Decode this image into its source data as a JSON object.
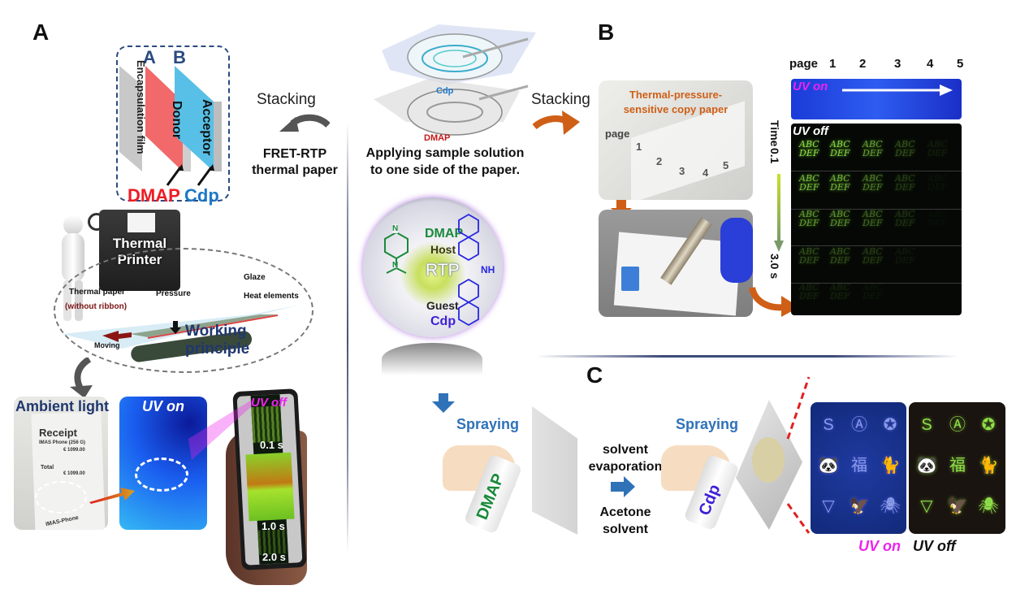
{
  "panels": {
    "A": {
      "letter": "A",
      "layer_labels": {
        "a": "A",
        "b": "B"
      },
      "encapsulation": "Encapsulation film",
      "donor": "Donor",
      "acceptor": "Acceptor",
      "donor_compound": "DMAP",
      "acceptor_compound": "Cdp",
      "stacking": "Stacking",
      "product": [
        "FRET-RTP",
        "thermal paper"
      ],
      "printer": [
        "Thermal",
        "Printer"
      ],
      "principle": {
        "thermal_paper": "Thermal paper",
        "without_ribbon": "(without ribbon)",
        "pressure": "Pressure",
        "glaze": "Glaze",
        "heat_elements": "Heat elements",
        "moving": "Moving",
        "title": [
          "Working",
          "principle"
        ]
      },
      "receipt": {
        "ambient": "Ambient light",
        "uv_on": "UV on",
        "uv_off": "UV off",
        "title": "Receipt",
        "item": "IMAS Phone (256 G)",
        "price": "€ 1099.00",
        "total_label": "Total",
        "total": "€ 1099.00",
        "footer": "IMAS-Phone",
        "times": [
          "0.1 s",
          "1.0 s",
          "2.0 s"
        ]
      }
    },
    "center": {
      "dish_top": "Cdp",
      "dish_bottom": "DMAP",
      "caption": [
        "Applying sample solution",
        "to one side of the paper."
      ],
      "circle": {
        "host_name": "DMAP",
        "host": "Host",
        "rtp": "RTP",
        "guest": "Guest",
        "guest_name": "Cdp",
        "nh": "NH",
        "n_top": "N",
        "n_bottom": "N"
      }
    },
    "B": {
      "letter": "B",
      "stacking": "Stacking",
      "paper_title": [
        "Thermal-pressure-",
        "sensitive copy paper"
      ],
      "page_label": "page",
      "pages": [
        "1",
        "2",
        "3",
        "4",
        "5"
      ],
      "grid_header": "page",
      "uv_on": "UV on",
      "uv_off": "UV off",
      "time_label": "Time",
      "time_start": "0.1",
      "time_end": "3.0 s",
      "cell_text": [
        "ABC",
        "DEF"
      ],
      "brightness": [
        [
          1.0,
          0.95,
          0.7,
          0.35,
          0.1
        ],
        [
          0.85,
          0.8,
          0.55,
          0.25,
          0.05
        ],
        [
          0.7,
          0.65,
          0.45,
          0.2,
          0.03
        ],
        [
          0.35,
          0.35,
          0.25,
          0.08,
          0.0
        ],
        [
          0.12,
          0.12,
          0.06,
          0.0,
          0.0
        ]
      ]
    },
    "C": {
      "letter": "C",
      "spraying_1": "Spraying",
      "can_1": "DMAP",
      "step": [
        "solvent",
        "evaporation"
      ],
      "solvent": [
        "Acetone",
        "solvent"
      ],
      "spraying_2": "Spraying",
      "can_2": "Cdp",
      "uv_on": "UV on",
      "uv_off": "UV off",
      "symbols": [
        "superman-logo",
        "avengers-logo",
        "captain-america-shield",
        "panda",
        "fu-character",
        "cat",
        "arc-reactor",
        "shield-eagle",
        "spider"
      ],
      "symbol_glyphs": [
        "S",
        "Ⓐ",
        "✪",
        "🐼",
        "福",
        "🐈",
        "▽",
        "🦅",
        "🕷"
      ]
    }
  },
  "colors": {
    "red": "#ee1c25",
    "blue": "#1f78c8",
    "green": "#1a8a3c",
    "purple": "#3d1fd6",
    "orange": "#cf5f17",
    "magenta": "#ee22ee",
    "navy": "#1f3770",
    "phosphor": "#8fe04a"
  }
}
